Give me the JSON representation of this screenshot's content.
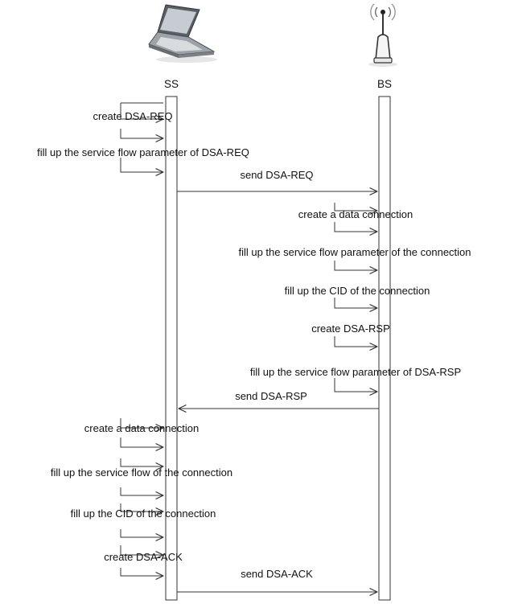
{
  "actors": {
    "ss": {
      "label": "SS",
      "icon": "laptop-icon"
    },
    "bs": {
      "label": "BS",
      "icon": "base-station-antenna-icon"
    }
  },
  "messages": {
    "ss_create_req": "create DSA-REQ",
    "ss_fill_req": "fill up the service flow parameter of DSA-REQ",
    "send_req": "send DSA-REQ",
    "bs_create_conn": "create a data connection",
    "bs_fill_conn": "fill up the service flow parameter of the connection",
    "bs_fill_cid": "fill up the CID of the connection",
    "bs_create_rsp": "create DSA-RSP",
    "bs_fill_rsp": "fill up the service flow parameter of DSA-RSP",
    "send_rsp": "send DSA-RSP",
    "ss_create_conn": "create a data connection",
    "ss_fill_flow": "fill up the service flow of the connection",
    "ss_fill_cid": "fill up the CID of the connection",
    "ss_create_ack": "create DSA-ACK",
    "send_ack": "send DSA-ACK"
  },
  "colors": {
    "line": "#333333",
    "text": "#111111",
    "background": "#ffffff"
  }
}
